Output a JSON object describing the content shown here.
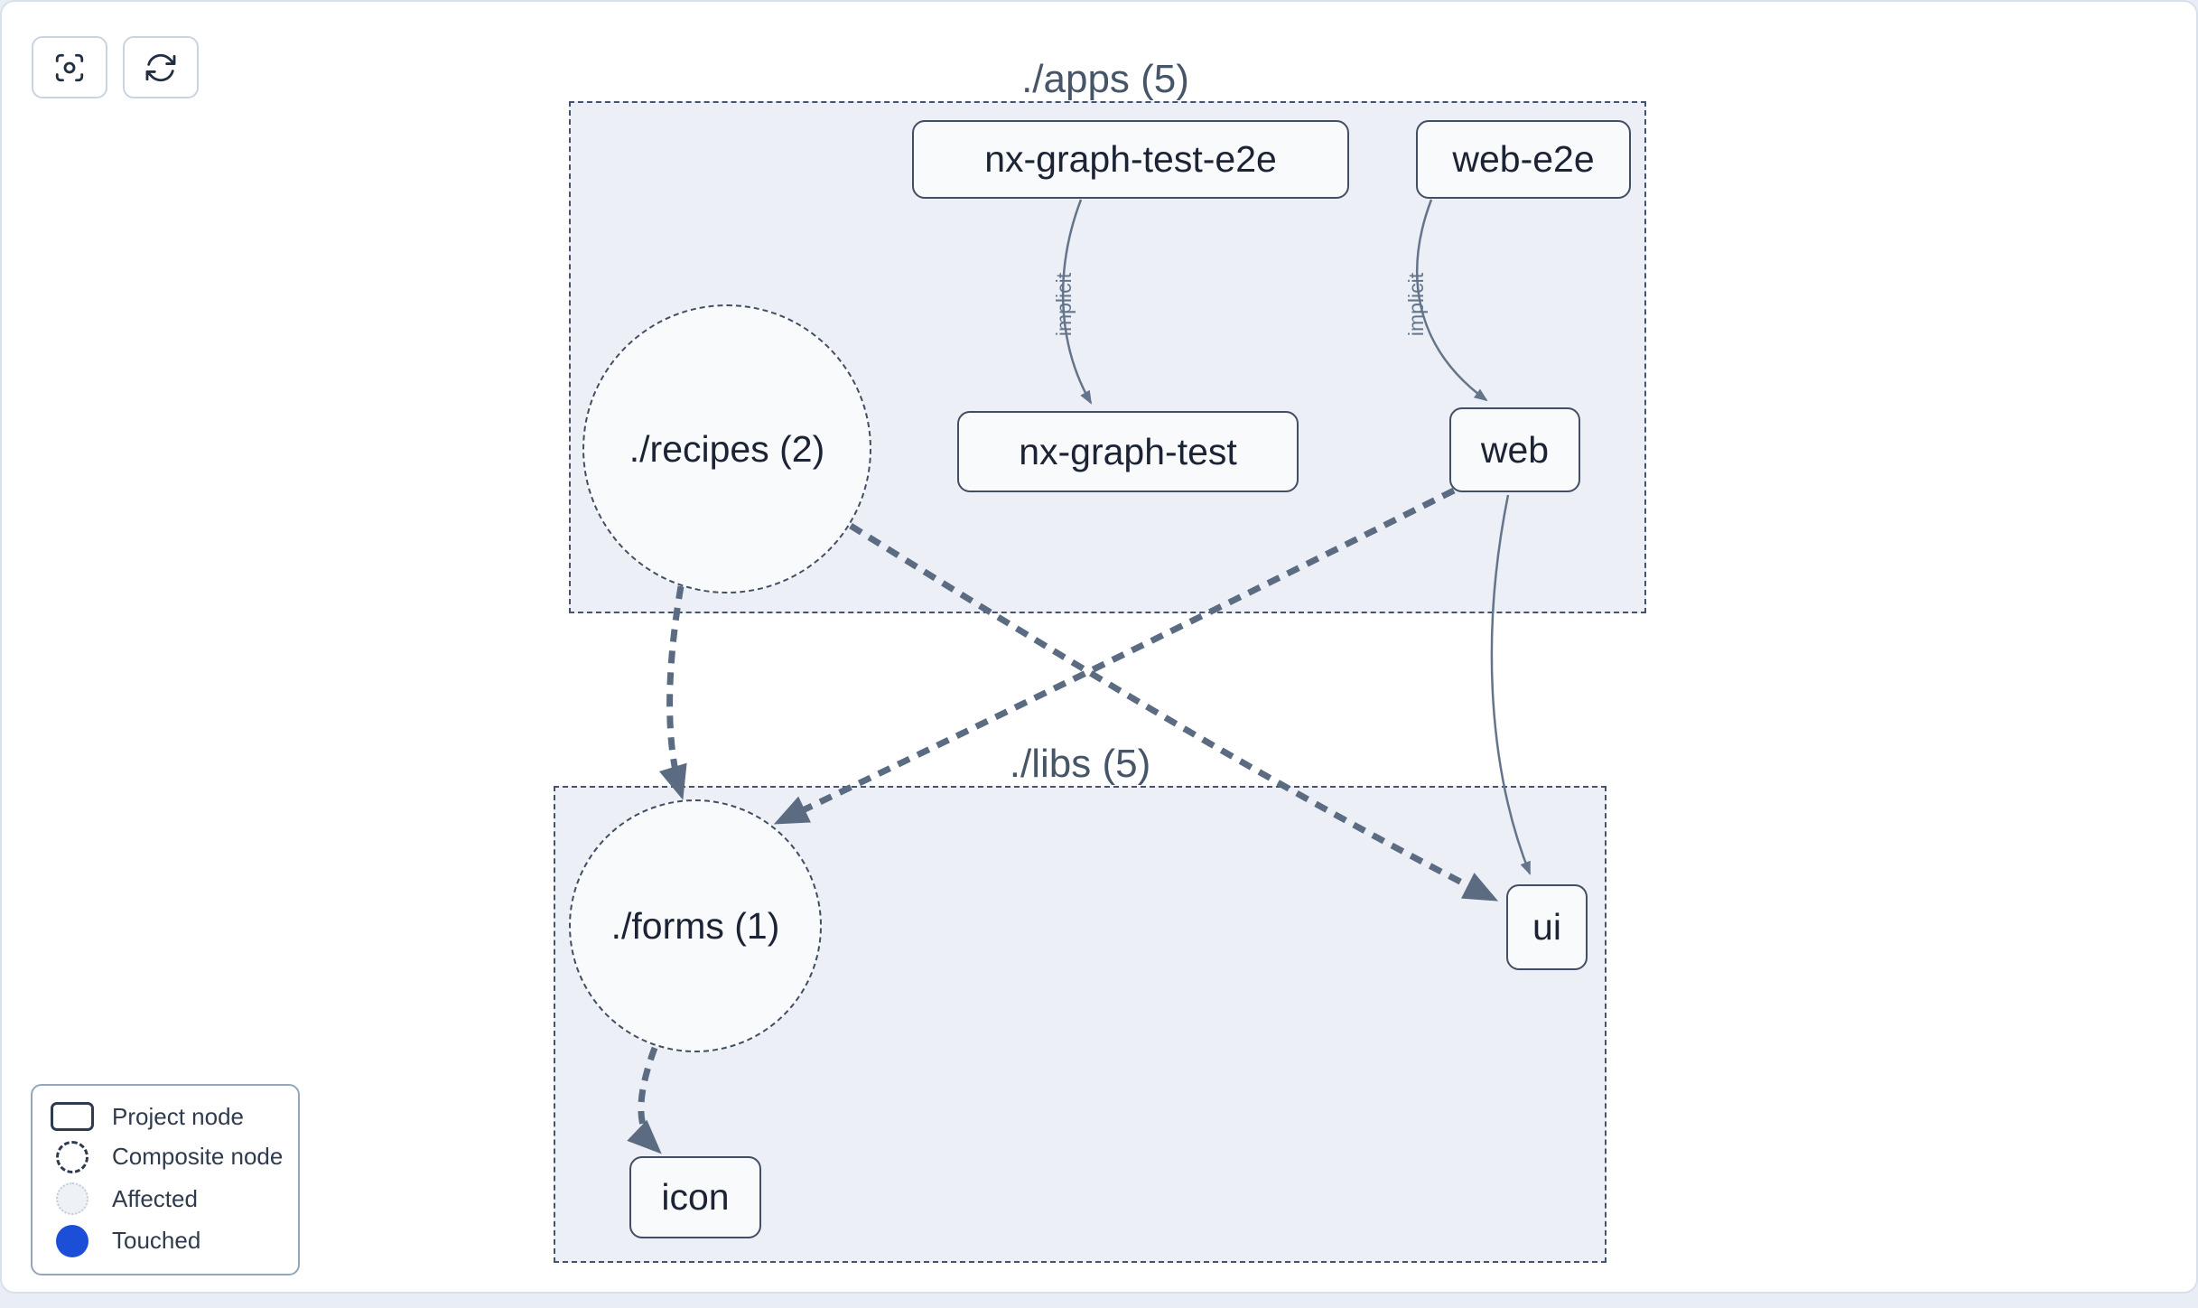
{
  "toolbar": {
    "focus_button": {
      "icon": "viewfinder-circle-icon"
    },
    "refresh_button": {
      "icon": "refresh-icon"
    }
  },
  "graph": {
    "groups": {
      "apps": {
        "label": "./apps (5)"
      },
      "libs": {
        "label": "./libs (5)"
      }
    },
    "nodes": {
      "nx_graph_test_e2e": {
        "label": "nx-graph-test-e2e",
        "type": "project"
      },
      "web_e2e": {
        "label": "web-e2e",
        "type": "project"
      },
      "nx_graph_test": {
        "label": "nx-graph-test",
        "type": "project"
      },
      "web": {
        "label": "web",
        "type": "project"
      },
      "recipes": {
        "label": "./recipes (2)",
        "type": "composite"
      },
      "forms": {
        "label": "./forms (1)",
        "type": "composite"
      },
      "ui": {
        "label": "ui",
        "type": "project"
      },
      "icon": {
        "label": "icon",
        "type": "project"
      }
    },
    "edges": {
      "nx_graph_test_e2e__nx_graph_test": {
        "label": "implicit",
        "style": "implicit"
      },
      "web_e2e__web": {
        "label": "implicit",
        "style": "implicit"
      },
      "recipes__forms": {
        "style": "affected"
      },
      "recipes__ui": {
        "style": "affected"
      },
      "web__forms": {
        "style": "affected"
      },
      "web__ui": {
        "style": "dependency"
      },
      "forms__icon": {
        "style": "affected"
      }
    }
  },
  "legend": {
    "items": [
      {
        "label": "Project node",
        "swatch": "project"
      },
      {
        "label": "Composite node",
        "swatch": "composite"
      },
      {
        "label": "Affected",
        "swatch": "affected"
      },
      {
        "label": "Touched",
        "swatch": "touched"
      }
    ]
  },
  "colors": {
    "touched": "#1d4ed8",
    "affected_edge": "#5b6b82",
    "dependency_edge": "#64748b",
    "group_fill": "#ecf0f6",
    "group_border": "#46536a",
    "node_border": "#414e63",
    "node_fill": "#f9fafc",
    "label_text": "#475569"
  }
}
